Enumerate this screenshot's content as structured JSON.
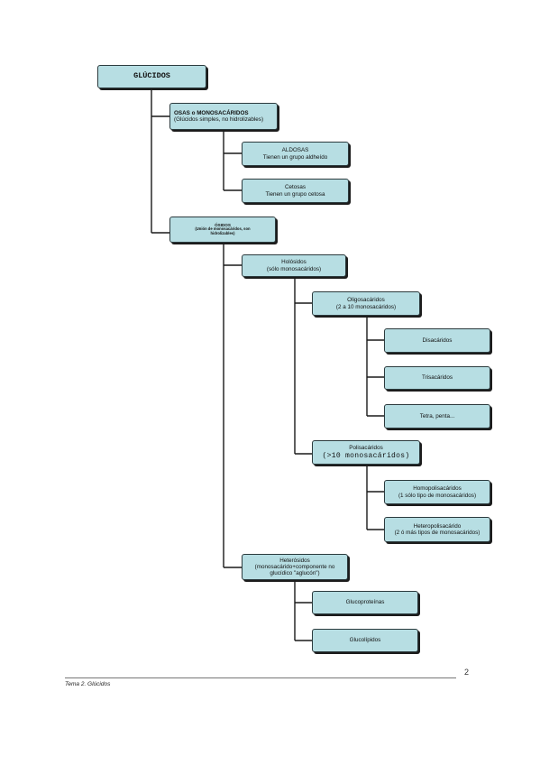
{
  "diagram": {
    "root": {
      "lines": [
        "GLÚCIDOS"
      ]
    },
    "osas": {
      "lines": [
        "OSAS o MONOSACÁRIDOS",
        "(Glúcidos simples, no hidrolizables)"
      ]
    },
    "aldosas": {
      "lines": [
        "ALDOSAS",
        "Tienen un grupo aldheído"
      ]
    },
    "cetosas": {
      "lines": [
        "Cetosas",
        "Tienen un grupo cetosa"
      ]
    },
    "osidos": {
      "lines": [
        "ÓSIDOS",
        "(Unión de monosacáridos, son",
        "hidrolizables)"
      ]
    },
    "holosidos": {
      "lines": [
        "Holósidos",
        "(sólo monosacáridos)"
      ]
    },
    "oligosacaridos": {
      "lines": [
        "Oligosacáridos",
        "(2 a 10 monosacáridos)"
      ]
    },
    "disacaridos": {
      "lines": [
        "Disacáridos"
      ]
    },
    "trisacaridos": {
      "lines": [
        "Trisacáridos"
      ]
    },
    "tetra": {
      "lines": [
        "Tetra, penta..."
      ]
    },
    "polisacaridos": {
      "lines": [
        "Polisacáridos",
        "(>10 monosacáridos)"
      ]
    },
    "homopolisacaridos": {
      "lines": [
        "Homopolisacáridos",
        "(1 sólo tipo de monosacáridos)"
      ]
    },
    "heteropolisacaridos": {
      "lines": [
        "Heteropolisacárido",
        "(2 ó más tipos de monosacáridos)"
      ]
    },
    "heterosidos": {
      "lines": [
        "Heterósidos",
        "(monosacárido+componente no",
        "glucídico \"aglucón\")"
      ]
    },
    "glucoproteinas": {
      "lines": [
        "Glucoproteínas"
      ]
    },
    "glucolipidos": {
      "lines": [
        "Glucolípidos"
      ]
    }
  },
  "footer": {
    "page_number": "2",
    "text": "Tema 2. Glúcidos"
  }
}
